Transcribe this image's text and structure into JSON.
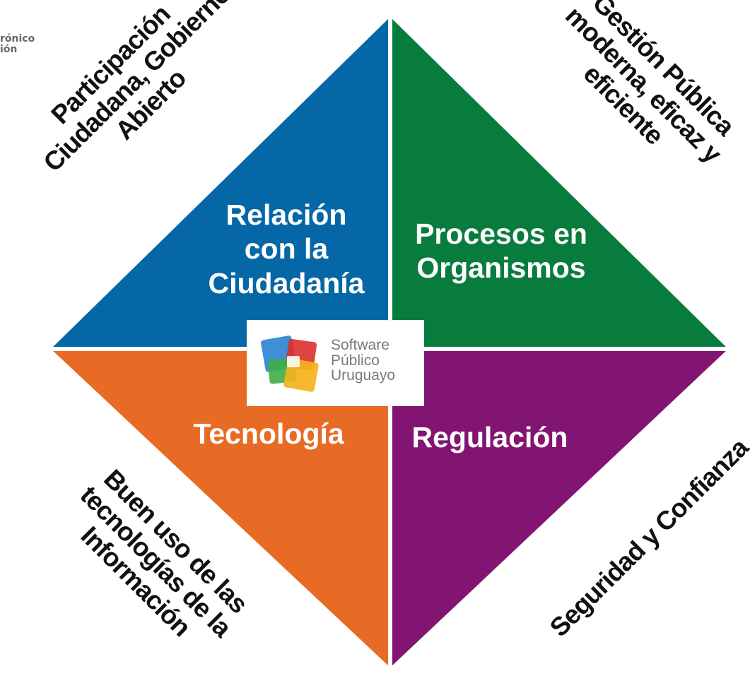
{
  "colors": {
    "blue": "#0567A6",
    "green": "#087C3D",
    "orange": "#E76B24",
    "purple": "#821472",
    "text_dark": "#111111",
    "logo_gray": "#7a7a7a"
  },
  "top_left_logo": {
    "line1": "rónico",
    "line2": "ión"
  },
  "quadrants": {
    "blue": {
      "line1": "Relación",
      "line2": "con la",
      "line3": "Ciudadanía"
    },
    "green": {
      "line1": "Procesos en",
      "line2": "Organismos"
    },
    "orange": {
      "line1": "Tecnología"
    },
    "purple": {
      "line1": "Regulación"
    }
  },
  "corners": {
    "top_left": {
      "line1": "Participación",
      "line2": "Ciudadana, Gobierno",
      "line3": "Abierto"
    },
    "top_right": {
      "line1": "Gestión Pública",
      "line2": "moderna, eficaz y",
      "line3": "eficiente"
    },
    "bottom_left": {
      "line1": "Buen uso de las",
      "line2": "tecnologías de la",
      "line3": "Información"
    },
    "bottom_right": {
      "line1": "Seguridad y Confianza"
    }
  },
  "center_logo": {
    "line1": "Software",
    "line2": "Público",
    "line3": "Uruguayo"
  }
}
